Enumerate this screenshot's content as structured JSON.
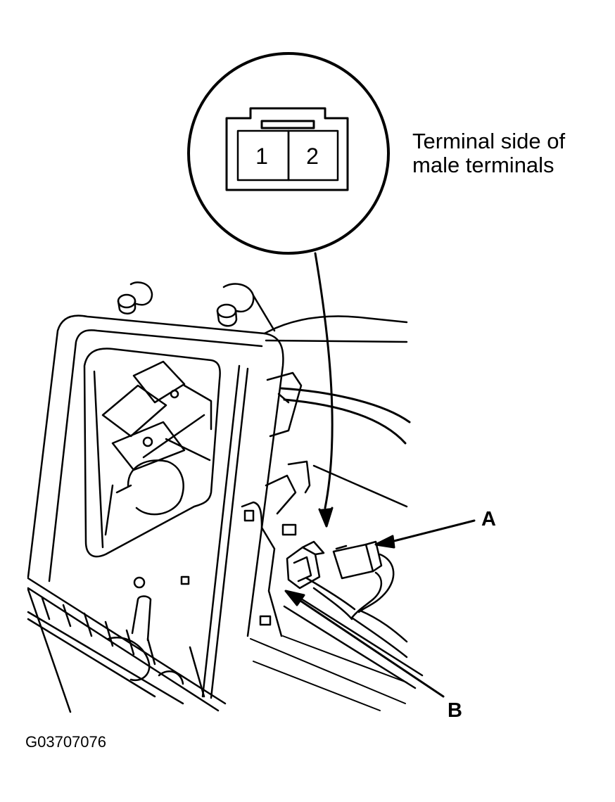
{
  "caption": {
    "line1": "Terminal side of",
    "line2": "male terminals"
  },
  "connector_pins": [
    "1",
    "2"
  ],
  "callouts": {
    "a": "A",
    "b": "B"
  },
  "figure_code": "G03707076",
  "colors": {
    "line": "#000000",
    "background": "#ffffff"
  }
}
